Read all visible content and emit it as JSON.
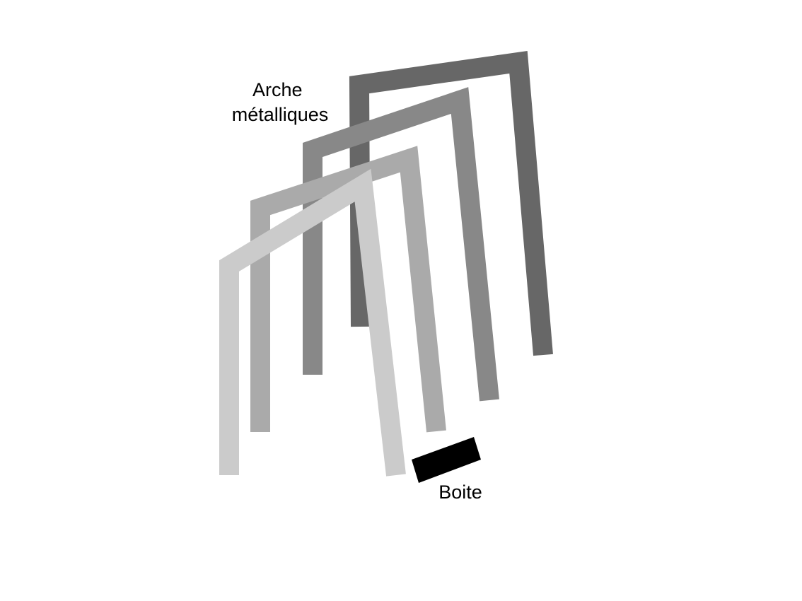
{
  "labels": {
    "arches_line1": "Arche",
    "arches_line2": "métalliques",
    "box": "Boite"
  },
  "colors": {
    "arch_back": "#676767",
    "arch_second": "#888888",
    "arch_third": "#aaaaaa",
    "arch_front": "#cbcbcb",
    "box": "#000000",
    "background": "#ffffff"
  }
}
